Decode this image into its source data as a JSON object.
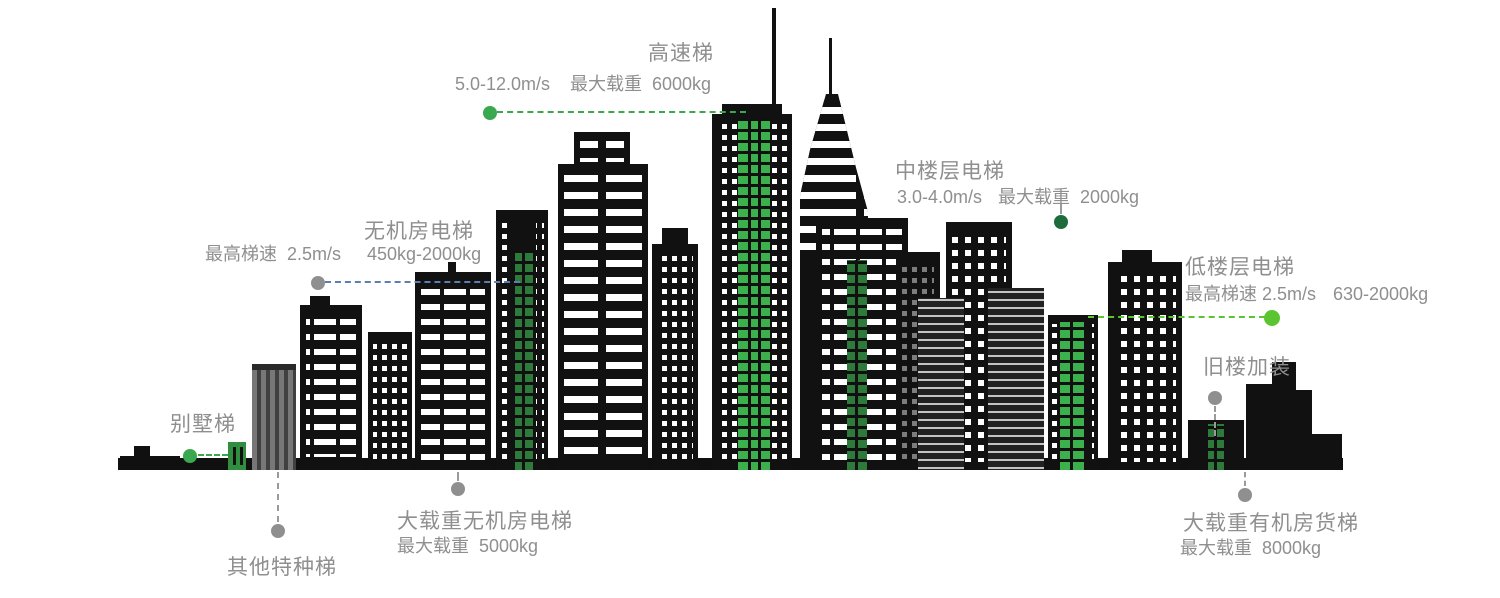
{
  "colors": {
    "accent_green": "#3aa84f",
    "bright_green": "#5bc531",
    "dark_green": "#1e6b3c",
    "leader_blue": "#5b7fb5",
    "marker_gray": "#8f8f8f",
    "text_gray": "#8f8f8f",
    "silhouette_black": "#111111"
  },
  "callouts": {
    "high_speed": {
      "title": "高速梯",
      "speed": "5.0-12.0m/s",
      "load": "最大载重  6000kg"
    },
    "mrl": {
      "title": "无机房电梯",
      "speed": "最高梯速  2.5m/s",
      "load": "450kg-2000kg"
    },
    "mid_floor": {
      "title": "中楼层电梯",
      "speed": "3.0-4.0m/s",
      "load": "最大载重  2000kg"
    },
    "low_floor": {
      "title": "低楼层电梯",
      "speed": "最高梯速 2.5m/s",
      "load": "630-2000kg"
    },
    "retrofit": {
      "title": "旧楼加装"
    },
    "villa": {
      "title": "别墅梯"
    },
    "other_special": {
      "title": "其他特种梯"
    },
    "heavy_mrl": {
      "title": "大载重无机房电梯",
      "load": "最大载重  5000kg"
    },
    "heavy_freight": {
      "title": "大载重有机房货梯",
      "load": "最大载重  8000kg"
    }
  }
}
